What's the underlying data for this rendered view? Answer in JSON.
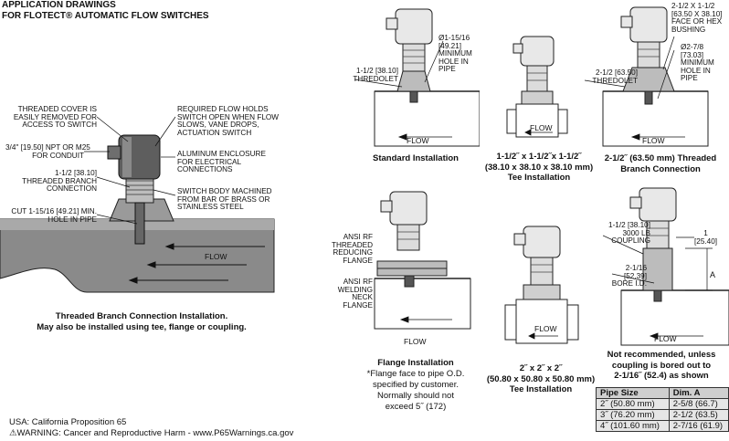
{
  "header": {
    "line1": "APPLICATION DRAWINGS",
    "line2": "FOR FLOTECT® AUTOMATIC FLOW SWITCHES"
  },
  "main_drawing": {
    "labels": {
      "cover": "THREADED COVER IS\nEASILY REMOVED FOR\nACCESS TO SWITCH",
      "npt": "3/4\" [19.50] NPT OR M25\nFOR CONDUIT",
      "branch": "1-1/2 [38.10]\nTHREADED BRANCH\nCONNECTION",
      "cut": "CUT 1-15/16 [49.21] MIN.\nHOLE IN PIPE",
      "flowholds": "REQUIRED FLOW HOLDS\nSWITCH OPEN WHEN FLOW\nSLOWS, VANE DROPS,\nACTUATION SWITCH",
      "enclosure": "ALUMINUM ENCLOSURE\nFOR ELECTRICAL\nCONNECTIONS",
      "body": "SWITCH BODY MACHINED\nFROM BAR OF BRASS OR\nSTAINLESS STEEL"
    },
    "flow": "FLOW",
    "caption": "Threaded Branch Connection Installation.\nMay also be installed using tee, flange or coupling."
  },
  "standard": {
    "label_hole": "Ø1-15/16\n[49.21]\nMINIMUM\nHOLE IN\nPIPE",
    "label_thredolet": "1-1/2 [38.10]\nTHREDOLET",
    "flow": "FLOW",
    "caption": "Standard Installation"
  },
  "tee1": {
    "flow": "FLOW",
    "caption": "1-1/2˝ x 1-1/2˝x 1-1/2˝\n(38.10 x 38.10 x 38.10 mm)\nTee Installation"
  },
  "threaded": {
    "label_bushing": "2-1/2 X 1-1/2\n[63.50 X 38.10]\nFACE OR HEX\nBUSHING",
    "label_hole": "Ø2-7/8\n[73.03]\nMINIMUM\nHOLE IN\nPIPE",
    "label_thredolet": "2-1/2 [63.50]\nTHREDOLET",
    "flow": "FLOW",
    "caption": "2-1/2˝ (63.50 mm) Threaded\nBranch Connection"
  },
  "flange": {
    "label_reducing": "ANSI RF\nTHREADED\nREDUCING\nFLANGE",
    "label_welding": "ANSI RF\nWELDING\nNECK\nFLANGE",
    "flow": "FLOW",
    "caption": "Flange Installation",
    "note": "*Flange face to pipe O.D.\nspecified by customer.\nNormally should not\nexceed 5˝ (172)"
  },
  "tee2": {
    "flow": "FLOW",
    "caption": "2˝ x 2˝ x 2˝\n(50.80 x 50.80 x 50.80 mm)\nTee Installation"
  },
  "coupling": {
    "label_coupling": "1-1/2 [38.10]\n3000 LB\nCOUPLING",
    "label_bore": "2-1/16\n[52.39]\nBORE I.D.",
    "label_one": "1\n[25.40]",
    "label_a": "A",
    "flow": "FLOW",
    "note": "Not recommended, unless\ncoupling is bored out to\n2-1/16˝ (52.4) as shown"
  },
  "dim_table": {
    "headers": [
      "Pipe Size",
      "Dim. A"
    ],
    "rows": [
      [
        "2˝ (50.80 mm)",
        "2-5/8 (66.7)"
      ],
      [
        "3˝ (76.20 mm)",
        "2-1/2 (63.5)"
      ],
      [
        "4˝ (101.60 mm)",
        "2-7/16 (61.9)"
      ]
    ]
  },
  "footer": {
    "line1": "USA: California Proposition 65",
    "line2": "⚠WARNING: Cancer and Reproductive Harm - www.P65Warnings.ca.gov"
  }
}
